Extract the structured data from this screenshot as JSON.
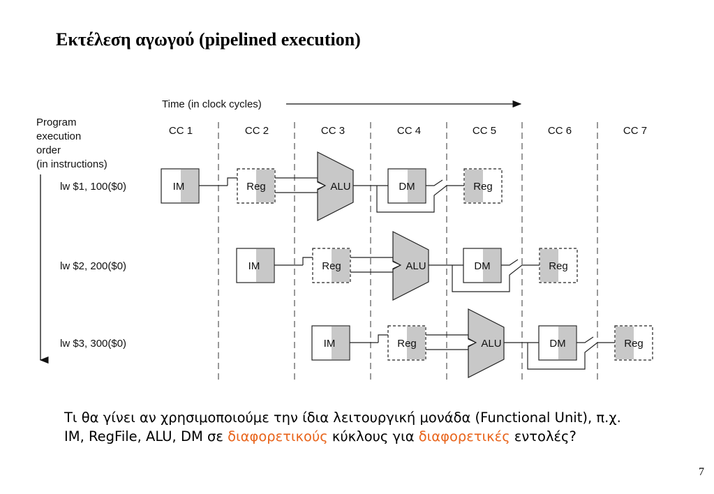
{
  "slide": {
    "title": "Εκτέλεση αγωγού (pipelined execution)",
    "page_number": "7"
  },
  "diagram": {
    "time_label": "Time (in clock cycles)",
    "order_label": [
      "Program",
      "execution",
      "order",
      "(in instructions)"
    ],
    "cycles": [
      "CC 1",
      "CC 2",
      "CC 3",
      "CC 4",
      "CC 5",
      "CC 6",
      "CC 7"
    ],
    "instructions": [
      "lw $1, 100($0)",
      "lw $2, 200($0)",
      "lw $3, 300($0)"
    ],
    "stages": [
      "IM",
      "Reg",
      "ALU",
      "DM",
      "Reg"
    ]
  },
  "question": {
    "part1": "Τι θα γίνει αν χρησιμοποιούμε την ίδια λειτουργική μονάδα (Functional Unit), π.χ. IM, RegFile, ALU, DM σε ",
    "hl1": "διαφορετικούς",
    "part2": " κύκλους για ",
    "hl2": "διαφορετικές",
    "part3": " εντολές?"
  },
  "colors": {
    "accent": "#e8641b",
    "unit_shade": "#c8c8c8",
    "line": "#222222"
  }
}
